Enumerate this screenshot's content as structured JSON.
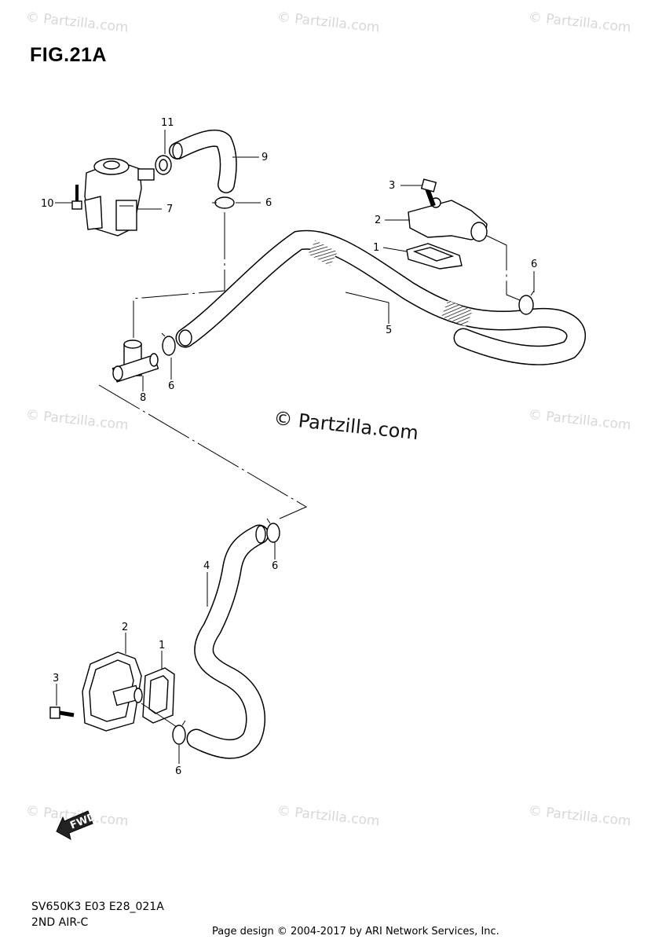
{
  "title": "FIG.21A",
  "watermark_text": "© Partzilla.com",
  "center_watermark": "© Partzilla.com",
  "diagram_code": "SV650K3 E03 E28_021A",
  "diagram_name": "2ND AIR-C",
  "footer": "Page design © 2004-2017 by ARI Network Services, Inc.",
  "fwd_label": "FWD",
  "callouts": {
    "c11": "11",
    "c9": "9",
    "c6a": "6",
    "c10": "10",
    "c7": "7",
    "c3a": "3",
    "c2a": "2",
    "c1a": "1",
    "c6b": "6",
    "c5": "5",
    "c6c": "6",
    "c8": "8",
    "c6d": "6",
    "c4": "4",
    "c2b": "2",
    "c1b": "1",
    "c3b": "3",
    "c6e": "6"
  }
}
